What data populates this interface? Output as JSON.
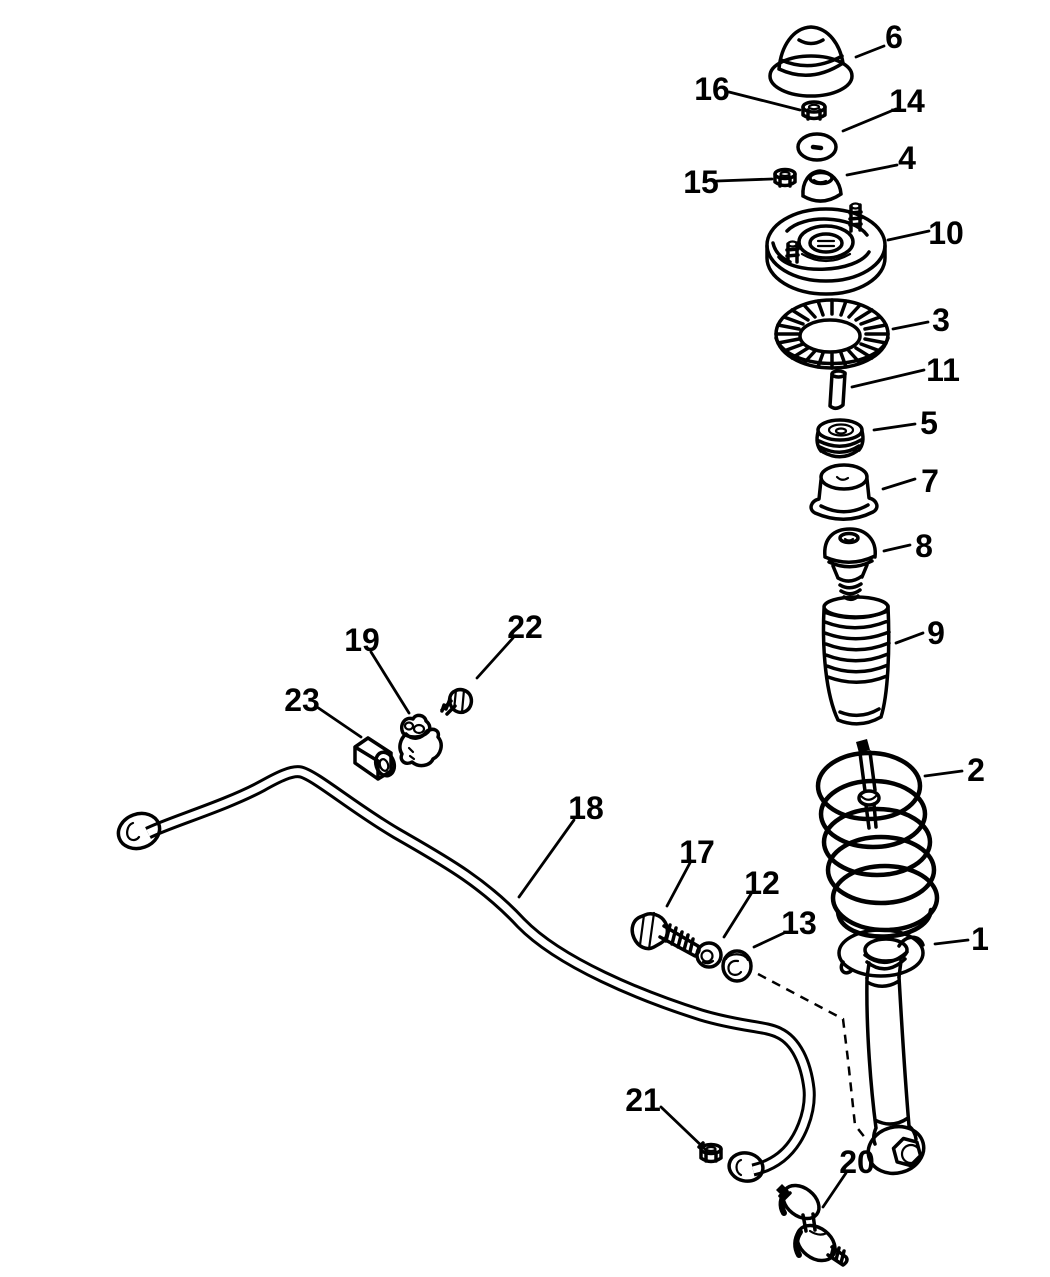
{
  "diagram": {
    "background": "#ffffff",
    "ink": "#000000",
    "callouts": {
      "p1": "1",
      "p2": "2",
      "p3": "3",
      "p4": "4",
      "p5": "5",
      "p6": "6",
      "p7": "7",
      "p8": "8",
      "p9": "9",
      "p10": "10",
      "p11": "11",
      "p12": "12",
      "p13": "13",
      "p14": "14",
      "p15": "15",
      "p16": "16",
      "p17": "17",
      "p18": "18",
      "p19": "19",
      "p20": "20",
      "p21": "21",
      "p22": "22",
      "p23": "23"
    }
  }
}
